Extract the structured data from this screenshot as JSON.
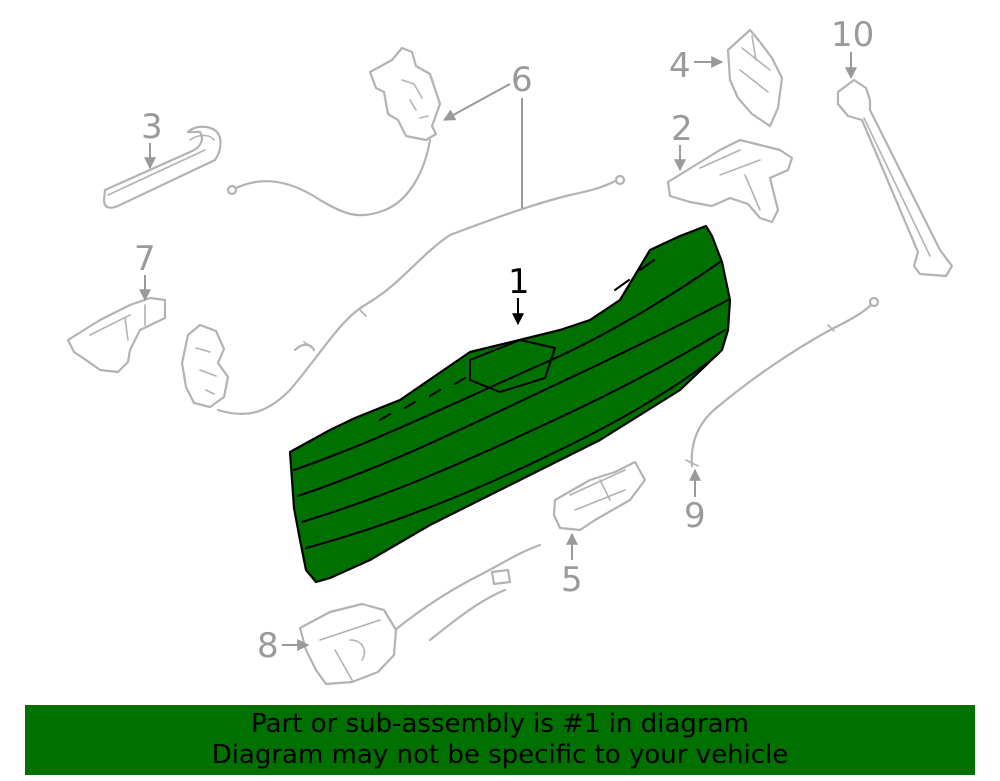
{
  "colors": {
    "highlight": "#007000",
    "banner": "#007000",
    "outline": "#b3b3b3",
    "label": "#9a9a9a",
    "highlight_label": "#000000"
  },
  "diagram": {
    "highlighted_part": "1",
    "callouts": {
      "c1": "1",
      "c2": "2",
      "c3": "3",
      "c4": "4",
      "c5": "5",
      "c6": "6",
      "c7": "7",
      "c8": "8",
      "c9": "9",
      "c10": "10"
    }
  },
  "banner": {
    "line1": "Part or sub-assembly is #1 in diagram",
    "line2": "Diagram may not be specific to your vehicle"
  }
}
